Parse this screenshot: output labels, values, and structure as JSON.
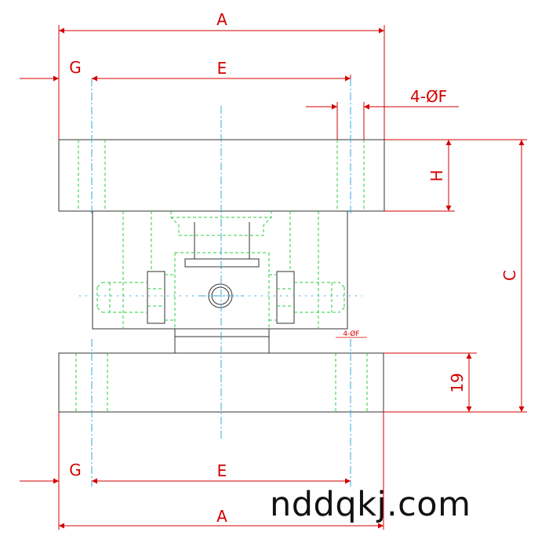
{
  "labels": {
    "a_top": "A",
    "a_bottom": "A",
    "e_top": "E",
    "e_bottom": "E",
    "g_top": "G",
    "g_bottom": "G",
    "f_top": "4-ØF",
    "f_small": "4-ØF",
    "h": "H",
    "c": "C",
    "nineteen": "19"
  },
  "watermark": "nddqkj.com",
  "colors": {
    "outline": "#333333",
    "dimension": "#d40000",
    "hidden": "#2ecc40",
    "center": "#33aadd"
  }
}
